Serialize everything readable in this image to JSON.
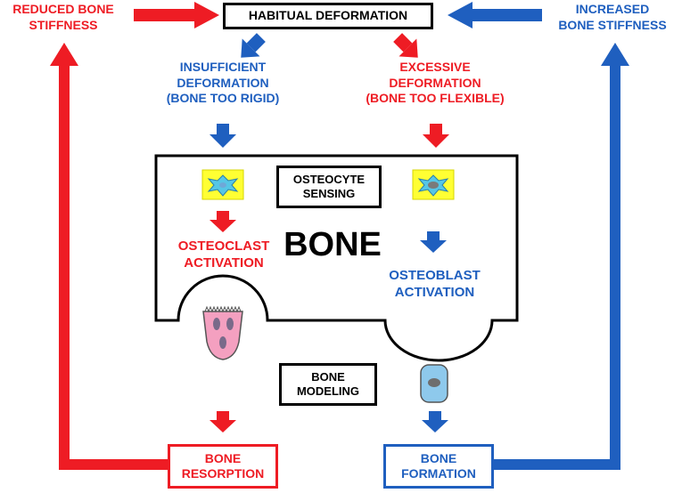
{
  "colors": {
    "red": "#ee1c24",
    "blue": "#1f5fbf",
    "black": "#000000"
  },
  "labels": {
    "habitual": "HABITUAL DEFORMATION",
    "reduced": "REDUCED BONE\nSTIFFNESS",
    "increased": "INCREASED\nBONE STIFFNESS",
    "insufficient": "INSUFFICIENT\nDEFORMATION\n(BONE TOO RIGID)",
    "excessive": "EXCESSIVE\nDEFORMATION\n(BONE TOO FLEXIBLE)",
    "osteocyte": "OSTEOCYTE\nSENSING",
    "bone": "BONE",
    "osteoclast": "OSTEOCLAST\nACTIVATION",
    "osteoblast": "OSTEOBLAST\nACTIVATION",
    "modeling": "BONE\nMODELING",
    "resorption": "BONE\nRESORPTION",
    "formation": "BONE\nFORMATION"
  },
  "icons": {
    "osteocyte_left": "osteocyte-cell-icon",
    "osteocyte_right": "osteocyte-cell-icon",
    "osteoclast": "osteoclast-cell-icon",
    "osteoblast": "osteoblast-cell-icon"
  }
}
